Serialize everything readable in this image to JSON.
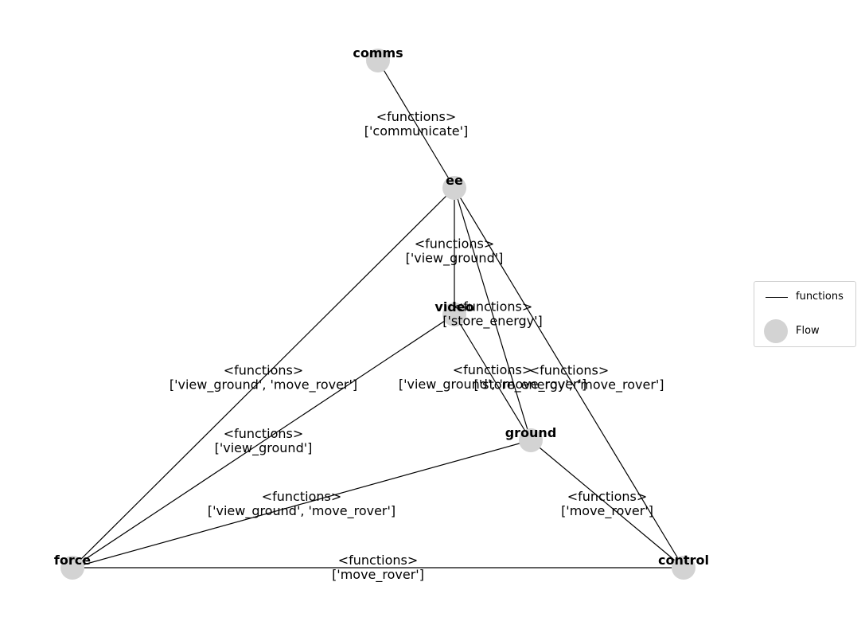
{
  "nodes": [
    {
      "id": "comms",
      "label": "comms"
    },
    {
      "id": "ee",
      "label": "ee"
    },
    {
      "id": "video",
      "label": "video"
    },
    {
      "id": "ground",
      "label": "ground"
    },
    {
      "id": "force",
      "label": "force"
    },
    {
      "id": "control",
      "label": "control"
    }
  ],
  "edges": [
    {
      "source": "comms",
      "target": "ee",
      "type": "<functions>",
      "flows": "['communicate']"
    },
    {
      "source": "ee",
      "target": "video",
      "type": "<functions>",
      "flows": "['view_ground']"
    },
    {
      "source": "ee",
      "target": "force",
      "type": "<functions>",
      "flows": "['view_ground', 'move_rover']"
    },
    {
      "source": "ee",
      "target": "ground",
      "type": "<functions>",
      "flows": "['store_energy']"
    },
    {
      "source": "ee",
      "target": "control",
      "type": "<functions>",
      "flows": "['store_energy', 'move_rover']"
    },
    {
      "source": "video",
      "target": "ground",
      "type": "<functions>",
      "flows": "['view_ground', 'move_rover']"
    },
    {
      "source": "video",
      "target": "force",
      "type": "<functions>",
      "flows": "['view_ground']"
    },
    {
      "source": "ground",
      "target": "force",
      "type": "<functions>",
      "flows": "['view_ground', 'move_rover']"
    },
    {
      "source": "ground",
      "target": "control",
      "type": "<functions>",
      "flows": "['move_rover']"
    },
    {
      "source": "force",
      "target": "control",
      "type": "<functions>",
      "flows": "['move_rover']"
    }
  ],
  "legend": {
    "edge_label": "functions",
    "node_label": "Flow"
  },
  "colors": {
    "node_fill": "#d3d3d3",
    "edge_stroke": "#000000"
  }
}
